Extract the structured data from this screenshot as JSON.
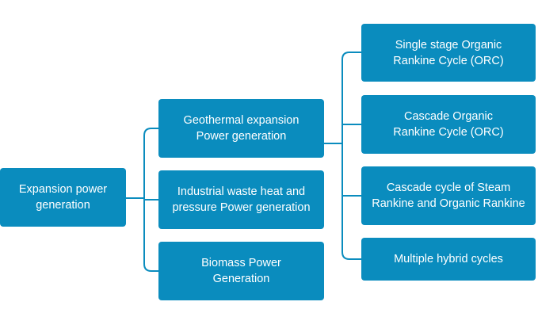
{
  "diagram": {
    "root": {
      "label": "Expansion power\ngeneration"
    },
    "level2": [
      {
        "label": "Geothermal expansion\nPower generation"
      },
      {
        "label": "Industrial waste heat and\npressure Power generation"
      },
      {
        "label": "Biomass Power\nGeneration"
      }
    ],
    "level3": [
      {
        "label": "Single stage Organic\nRankine Cycle (ORC)"
      },
      {
        "label": "Cascade Organic\nRankine Cycle (ORC)"
      },
      {
        "label": "Cascade cycle of Steam\nRankine and Organic Rankine"
      },
      {
        "label": "Multiple hybrid cycles"
      }
    ],
    "colors": {
      "box": "#0a8cbe",
      "connector": "#0a8cbe",
      "text": "#ffffff"
    }
  }
}
